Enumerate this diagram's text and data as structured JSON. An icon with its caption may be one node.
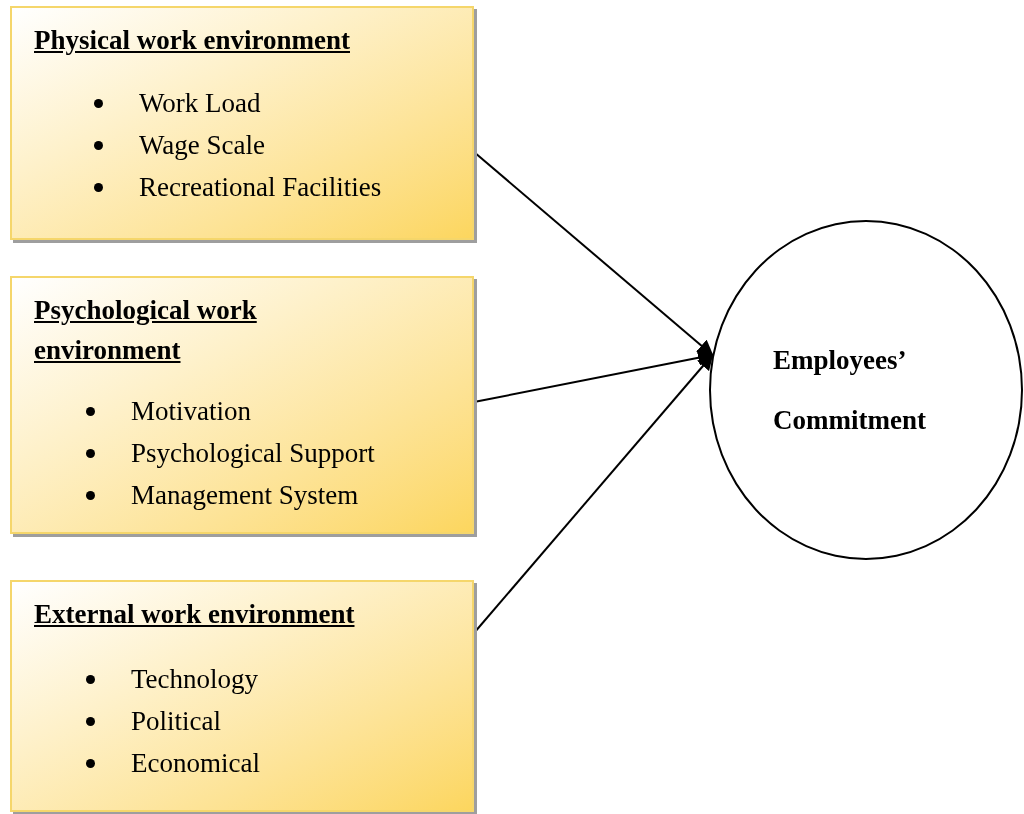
{
  "diagram": {
    "nodes": [
      {
        "text": [
          "Physical work environment",
          "Work Load",
          "Wage Scale",
          "Recreational Facilities"
        ]
      },
      {
        "text": [
          "Psychological work environment",
          "Motivation",
          "Psychological Support",
          "Management System"
        ]
      },
      {
        "text": [
          "External work environment",
          "Technology",
          "Political",
          "Economical"
        ]
      },
      {
        "text": [
          "Employees’ Commitment"
        ]
      }
    ],
    "edges": [
      {
        "from": 0,
        "to": 3,
        "arrow": "to"
      },
      {
        "from": 1,
        "to": 3,
        "arrow": "to"
      },
      {
        "from": 2,
        "to": 3,
        "arrow": "to"
      }
    ]
  }
}
